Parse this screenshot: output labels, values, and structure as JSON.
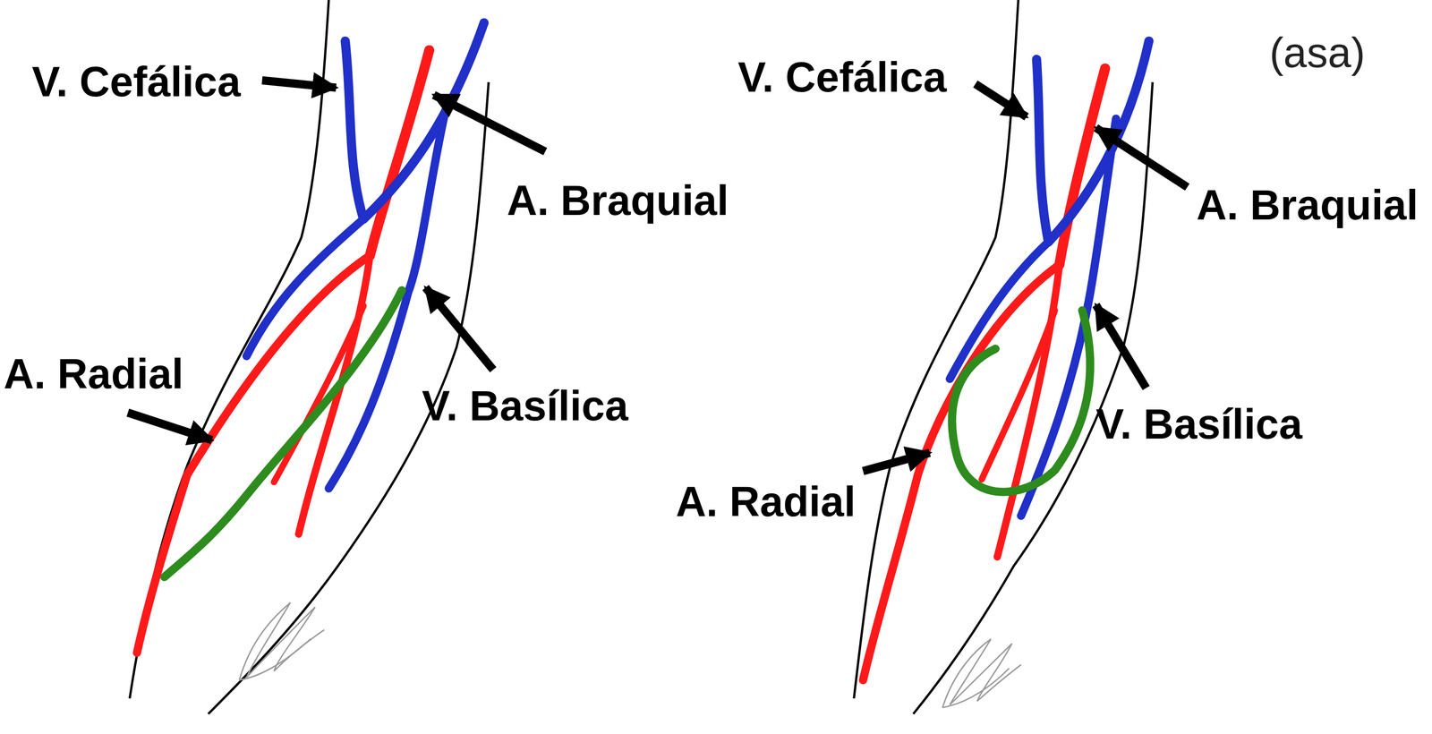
{
  "diagram": {
    "labels": [
      "V. Cefálica",
      "A. Braquial",
      "A. Radial",
      "V. Basílica",
      "V. Cefálica",
      "A. Braquial",
      "A. Radial",
      "V. Basílica",
      "(asa)"
    ]
  }
}
